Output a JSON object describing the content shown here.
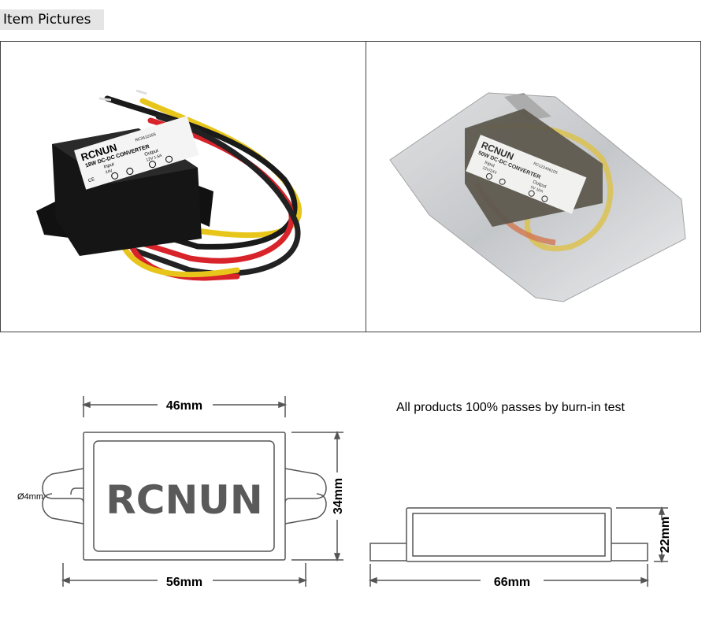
{
  "section_title": "Item Pictures",
  "left_photo": {
    "brand": "RCNUN",
    "model_label": "18W DC-DC CONVERTER",
    "serial": "RC241215S",
    "input_label": "Input",
    "input_value": "24V",
    "output_label": "Output",
    "output_value": "12V 1.5A",
    "ce": "CE"
  },
  "right_photo": {
    "brand": "RCNUN",
    "model_label": "50W DC-DC CONVERTER",
    "serial": "RC12240610S",
    "input_label": "Input",
    "input_value": "12V/24V",
    "output_label": "Output",
    "output_value": "5V 10A"
  },
  "drawing_left": {
    "logo_text": "RCNUN",
    "width_inner": "46mm",
    "width_outer": "56mm",
    "height": "34mm",
    "hole": "Ø4mm"
  },
  "drawing_right": {
    "caption": "All products 100% passes by burn-in test",
    "height": "22mm",
    "width": "66mm"
  }
}
